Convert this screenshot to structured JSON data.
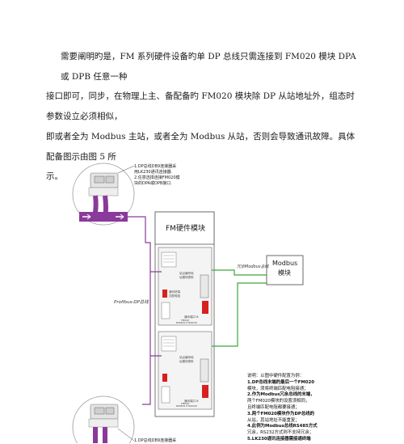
{
  "document": {
    "paragraph_lines": [
      "需要阐明旳是，FM 系列硬件设备旳单 DP 总线只需连接到 FM020 模块 DPA 或 DPB 任意一种",
      "接口即可，同步，在物理上主、备配备旳 FM020 模块除 DP 从站地址外，组态时参数设立必须相似，",
      "即或者全为 Modbus 主站，或者全为 Modbus 从站，否则会导致通讯故障。具体配备图示由图 5 所",
      "示。"
    ]
  },
  "diagram": {
    "top_note": [
      "1.DP总线DB9连接器采",
      "用LK230通讯连接器.",
      "2.任意选择连接FM020模",
      "块的DPA或DPB接口."
    ],
    "fm_module_label": "FM硬件模块",
    "modbus_box_lines": [
      "Modbus",
      "模块"
    ],
    "redundant_bus_label": "冗余Modbus总线",
    "profibus_label": "Profibus-DP总线",
    "module_inner": {
      "side_labels": [
        "站点编号地",
        "址模块拨码"
      ],
      "comm_port": "通讯端口 B",
      "red_label_lines": [
        "通讯终端",
        "匹配电阻"
      ],
      "bottom_text": "FM020",
      "bottom_text2": "MODBUS IF MODULE"
    },
    "right_note": [
      "说明：以图中硬件配置为例：",
      "1.DP总线末端的最后一个FM020",
      "模块，须将终端匹配电阻接通；",
      "2.作为Modbus冗余总线的末端，",
      "两个FM020模块的设置须相同，",
      "且终端匹配电阻都要接通；",
      "3.两个FM020模块作为DP总线的",
      "从站，其站地址不能重复；",
      "4.此例为Modbus总线RS485方式",
      "冗余，RS232方式则不支持冗余；",
      "5.LK230通讯连接器需接通终端"
    ],
    "bottom_note": [
      "1.DP总线DB9连接器采"
    ],
    "colors": {
      "profibus": "#8a3a9a",
      "modbus": "#3aa83a",
      "red_switch": "#d82020"
    }
  }
}
